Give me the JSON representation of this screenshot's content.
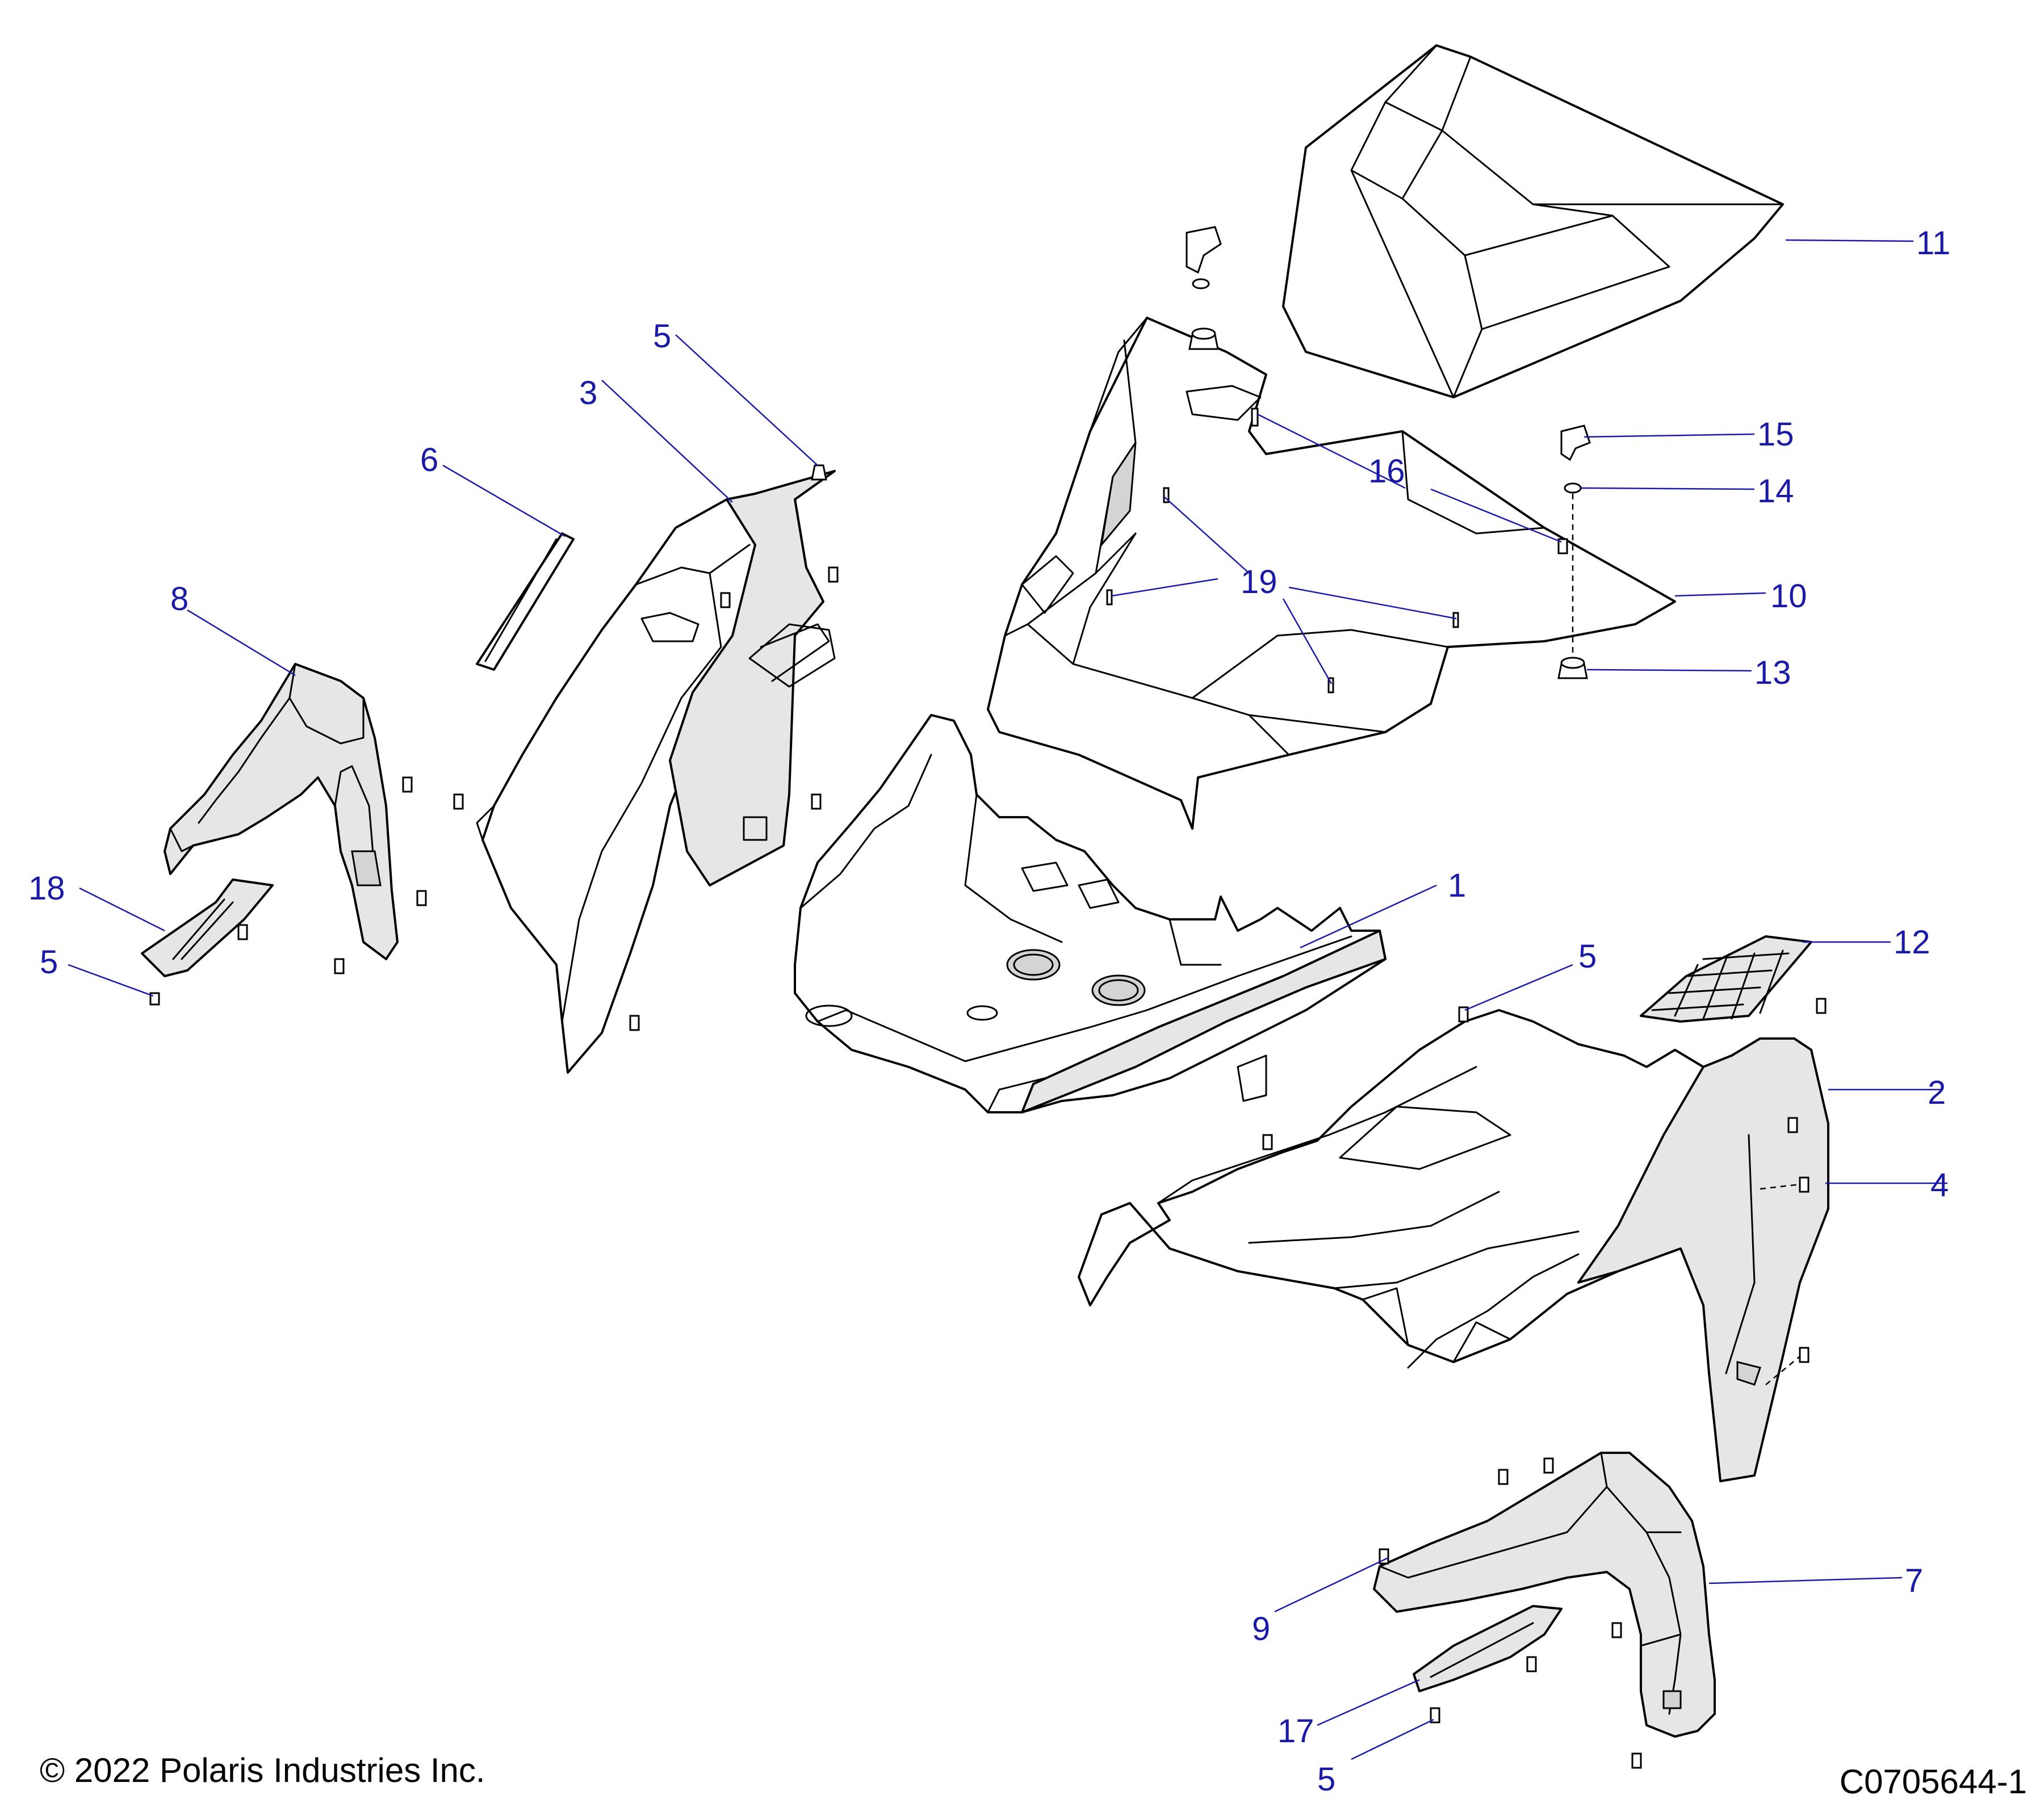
{
  "callouts": [
    "1",
    "2",
    "3",
    "4",
    "5",
    "6",
    "7",
    "8",
    "9",
    "10",
    "11",
    "12",
    "13",
    "14",
    "15",
    "16",
    "17",
    "18",
    "19"
  ],
  "copyright": "© 2022 Polaris Industries Inc.",
  "drawing_number": "C0705644-1"
}
